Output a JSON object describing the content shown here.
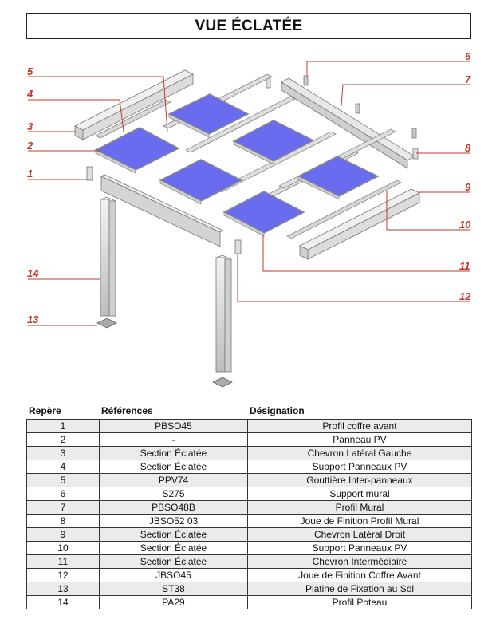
{
  "title": "VUE ÉCLATÉE",
  "callouts": [
    "1",
    "2",
    "3",
    "4",
    "5",
    "6",
    "7",
    "8",
    "9",
    "10",
    "11",
    "12",
    "13",
    "14"
  ],
  "colors": {
    "callout": "#c0392b",
    "panel": "#6a6cf0",
    "profile": "#d9d9d9"
  },
  "table": {
    "headers": [
      "Repère",
      "Références",
      "Désignation"
    ],
    "rows": [
      [
        "1",
        "PBSO45",
        "Profil coffre avant"
      ],
      [
        "2",
        "-",
        "Panneau PV"
      ],
      [
        "3",
        "Section Éclatée",
        "Chevron Latéral Gauche"
      ],
      [
        "4",
        "Section Éclatée",
        "Support Panneaux PV"
      ],
      [
        "5",
        "PPV74",
        "Gouttière Inter-panneaux"
      ],
      [
        "6",
        "S275",
        "Support mural"
      ],
      [
        "7",
        "PBSO48B",
        "Profil Mural"
      ],
      [
        "8",
        "JBSO52 03",
        "Joue de Finition Profil Mural"
      ],
      [
        "9",
        "Section Éclatée",
        "Chevron Latéral Droit"
      ],
      [
        "10",
        "Section Éclatée",
        "Support Panneaux PV"
      ],
      [
        "11",
        "Section Éclatée",
        "Chevron Intermédiaire"
      ],
      [
        "12",
        "JBSO45",
        "Joue de Finition Coffre Avant"
      ],
      [
        "13",
        "ST38",
        "Platine de Fixation au Sol"
      ],
      [
        "14",
        "PA29",
        "Profil Poteau"
      ]
    ]
  }
}
